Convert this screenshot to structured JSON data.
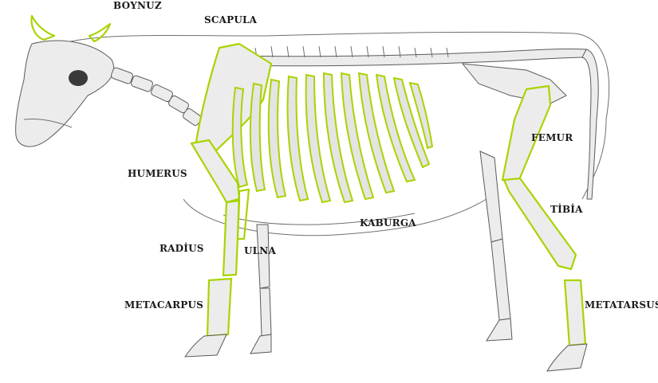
{
  "labels": {
    "boynuz": "BOYNUZ",
    "scapula": "SCAPULA",
    "humerus": "HUMERUS",
    "radius": "RADİUS",
    "ulna": "ULNA",
    "metacarpus": "METACARPUS",
    "kaburga": "KABURGA",
    "femur": "FEMUR",
    "tibia": "TİBİA",
    "metatarsus": "METATARSUS"
  },
  "colors": {
    "highlight": "#a8d400",
    "bone_fill": "#ececec",
    "outline": "#5a5a5a",
    "label_text": "#1a1a1a"
  }
}
